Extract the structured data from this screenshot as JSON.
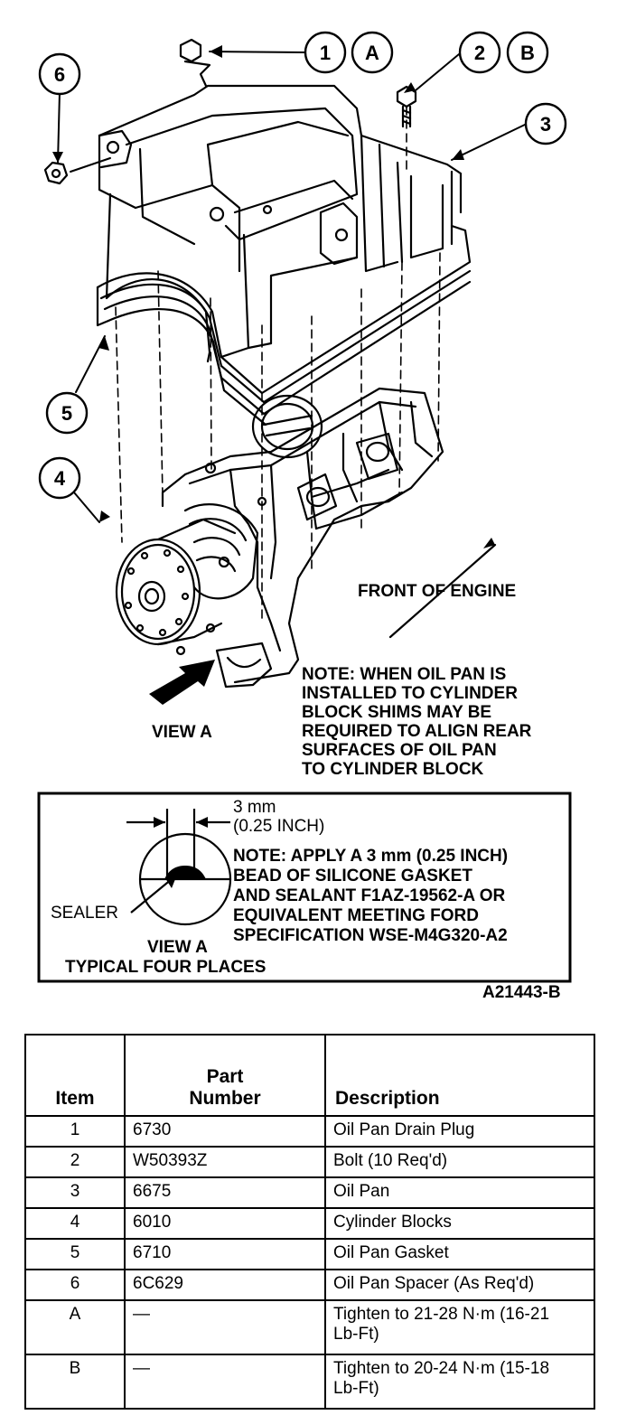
{
  "callouts": [
    {
      "id": "1",
      "text": "1"
    },
    {
      "id": "A",
      "text": "A"
    },
    {
      "id": "2",
      "text": "2"
    },
    {
      "id": "B",
      "text": "B"
    },
    {
      "id": "3",
      "text": "3"
    },
    {
      "id": "4",
      "text": "4"
    },
    {
      "id": "5",
      "text": "5"
    },
    {
      "id": "6",
      "text": "6"
    }
  ],
  "labels": {
    "front": "FRONT OF ENGINE",
    "view_a": "VIEW A",
    "note_lines": [
      "NOTE: WHEN OIL PAN IS",
      "INSTALLED TO CYLINDER",
      "BLOCK SHIMS MAY BE",
      "REQUIRED TO ALIGN REAR",
      "SURFACES OF OIL PAN",
      "TO CYLINDER BLOCK"
    ]
  },
  "detail": {
    "dim_mm": "3 mm",
    "dim_inch": "(0.25 INCH)",
    "sealer": "SEALER",
    "view_label": "VIEW A",
    "typical": "TYPICAL FOUR PLACES",
    "note_lines": [
      "NOTE: APPLY A 3 mm (0.25 INCH)",
      "BEAD OF SILICONE GASKET",
      "AND SEALANT F1AZ-19562-A OR",
      "EQUIVALENT MEETING FORD",
      "SPECIFICATION WSE-M4G320-A2"
    ]
  },
  "figure_id": "A21443-B",
  "table": {
    "headers": {
      "item": "Item",
      "part_1": "Part",
      "part_2": "Number",
      "description": "Description"
    },
    "rows": [
      {
        "item": "1",
        "part": "6730",
        "desc": [
          "Oil Pan Drain Plug"
        ]
      },
      {
        "item": "2",
        "part": "W50393Z",
        "desc": [
          "Bolt (10 Req'd)"
        ]
      },
      {
        "item": "3",
        "part": "6675",
        "desc": [
          "Oil Pan"
        ]
      },
      {
        "item": "4",
        "part": "6010",
        "desc": [
          "Cylinder Blocks"
        ]
      },
      {
        "item": "5",
        "part": "6710",
        "desc": [
          "Oil Pan Gasket"
        ]
      },
      {
        "item": "6",
        "part": "6C629",
        "desc": [
          "Oil Pan Spacer (As Req'd)"
        ]
      },
      {
        "item": "A",
        "part": "—",
        "desc": [
          "Tighten to 21-28 N·m (16-21",
          "Lb-Ft)"
        ]
      },
      {
        "item": "B",
        "part": "—",
        "desc": [
          "Tighten to 20-24 N·m (15-18",
          "Lb-Ft)"
        ]
      }
    ]
  }
}
